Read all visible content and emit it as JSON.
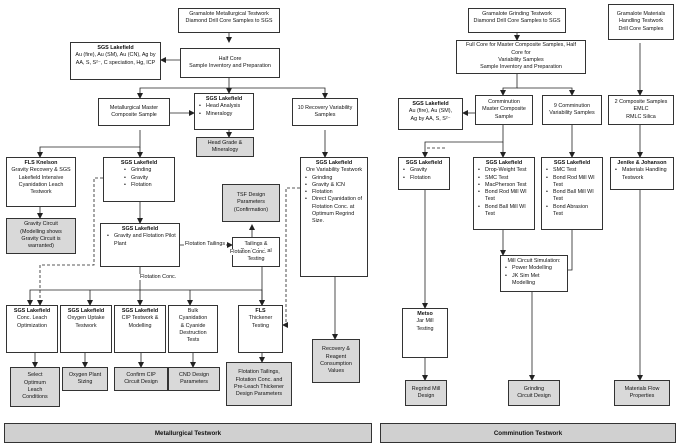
{
  "metallurgical": {
    "source": "Gramalote Metallurgical Testwork\nDiamond Drill Core Samples to SGS",
    "half_core_lab": "SGS Lakefield",
    "half_core_assays": "Au (fire), Au (SM), Au (CN), Ag by AA, S, S²⁻, C speciation, Hg, ICP",
    "half_core": "Half Core\nSample Inventory and Preparation",
    "master": "Metallurgical Master\nComposite Sample",
    "head_lab": "SGS Lakefield",
    "head_items": [
      "Head Analysis",
      "Mineralogy"
    ],
    "head_out": "Head Grade &\nMineralogy",
    "recovery_var": "10 Recovery Variability\nSamples",
    "fls_knelson_title": "FLS Knelson",
    "fls_knelson_body": "Gravity Recovery & SGS Lakefield Intensive Cyanidation Leach Testwork",
    "gravity_circuit": "Gravity Circuit\n(Modelling shows\nGravity Circuit is\nwarranted)",
    "ggf_lab": "SGS Lakefield",
    "ggf_items": [
      "Grinding",
      "Gravity",
      "Flotation"
    ],
    "pilot_lab": "SGS Lakefield",
    "pilot_items": [
      "Gravity and Flotation Pilot Plant"
    ],
    "tsf": "TSF Design\nParameters\n(Confirmation)",
    "tailings": "Tailings &\nGeotechnical\nTesting",
    "flot_tailings_label": "Flotation Tailings",
    "flot_conc_label1": "Flotation Conc.",
    "flot_conc_label2": "Flotation Conc.",
    "ore_var_lab": "SGS Lakefield",
    "ore_var_title": "Ore Variability Testwork",
    "ore_var_items": [
      "Grinding",
      "Gravity & ICN",
      "Flotation",
      "Direct Cyanidation of Flotation Conc. at Optimum Regrind Size."
    ],
    "conc_leach_lab": "SGS Lakefield",
    "conc_leach": "Conc. Leach\nOptimization",
    "oxygen_lab": "SGS Lakefield",
    "oxygen": "Oxygen Uptake\nTestwork",
    "cip_lab": "SGS Lakefield",
    "cip": "CIP Testwork &\nModelling",
    "bulk_cyan": "Bulk\nCyanidation\n& Cyanide\nDestruction\nTests",
    "fls_thickener_lab": "FLS",
    "fls_thickener": "Thickener\nTesting",
    "out_select": "Select\nOptimum\nLeach\nConditions",
    "out_oxygen": "Oxygen Plant\nSizing",
    "out_cip": "Confirm CIP\nCircuit Design",
    "out_cnd": "CND Design\nParameters",
    "out_thickener": "Flotation Tailings,\nFlotation Conc. and\nPre-Leach Thickener\nDesign Parameters",
    "out_recovery": "Recovery &\nReagent\nConsumption\nValues",
    "footer": "Metallurgical Testwork"
  },
  "comminution": {
    "source": "Gramalote Grinding Testwork\nDiamond Drill Core Samples to SGS",
    "materials_source": "Gramalote Materials\nHandling Testwork\nDrill Core Samples",
    "full_core": "Full Core for Master Composite Samples, Half Core for\nVariability Samples\nSample Inventory and Preparation",
    "assay_lab": "SGS Lakefield",
    "assay_text": "Au (fire), Au (SM),\nAg by AA, S, S²⁻",
    "master": "Comminution\nMaster Composite\nSample",
    "variability": "9 Comminution\nVariability Samples",
    "composites": "2 Composite Samples\nEMLC\nRMLC Silica",
    "gf_lab": "SGS Lakefield",
    "gf_items": [
      "Gravity",
      "Flotation"
    ],
    "tests1_lab": "SGS Lakefield",
    "tests1_items": [
      "Drop-Weight Test",
      "SMC Test",
      "MacPherson Test",
      "Bond Rod Mill WI Test",
      "Bond Ball Mill WI Test"
    ],
    "tests2_lab": "SGS Lakefield",
    "tests2_items": [
      "SMC Test",
      "Bond Rod Mill WI Test",
      "Bond Ball Mill WI Test",
      "Bond Abrasion Test"
    ],
    "jenike_lab": "Jenike & Johanson",
    "jenike_items": [
      "Materials Handling Testwork"
    ],
    "metso_lab": "Metso",
    "metso": "Jar Mill\nTesting",
    "sim_title": "Mill Circuit Simulation:",
    "sim_items": [
      "Power Modelling",
      "JK Sim Met Modelling"
    ],
    "out_regrind": "Regrind Mill\nDesign",
    "out_grinding": "Grinding\nCircuit Design",
    "out_materials": "Materials Flow\nProperties",
    "footer": "Comminution Testwork"
  }
}
